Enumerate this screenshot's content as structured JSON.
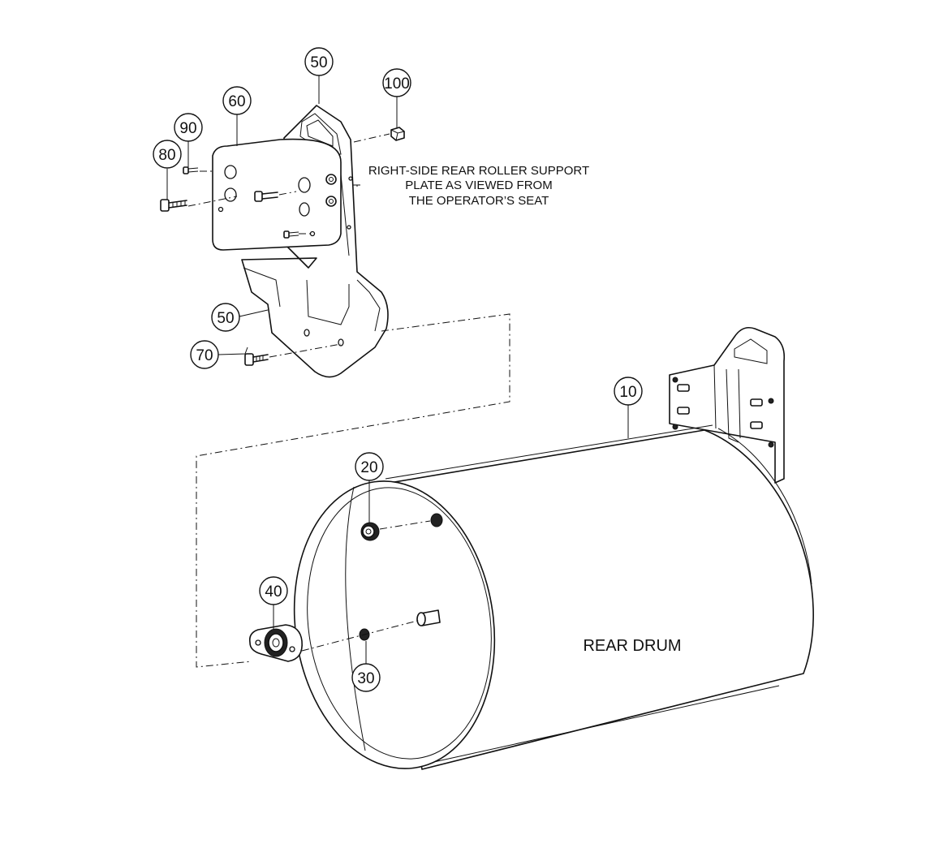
{
  "callouts": {
    "c10": "10",
    "c20": "20",
    "c30": "30",
    "c40": "40",
    "c50_top": "50",
    "c50_bottom": "50",
    "c60": "60",
    "c70": "70",
    "c80": "80",
    "c90": "90",
    "c100": "100"
  },
  "note": {
    "line1": "RIGHT-SIDE REAR ROLLER SUPPORT",
    "line2": "PLATE AS VIEWED FROM",
    "line3": "THE OPERATOR’S SEAT"
  },
  "drum_label": "REAR DRUM"
}
